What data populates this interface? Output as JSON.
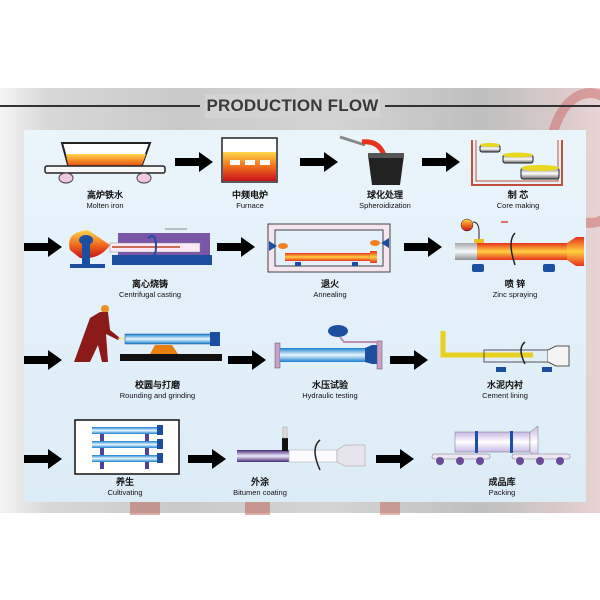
{
  "title": "PRODUCTION FLOW",
  "steps": [
    {
      "cn": "高炉铁水",
      "en": "Molten iron",
      "icon": "ladle-car-icon"
    },
    {
      "cn": "中频电炉",
      "en": "Furnace",
      "icon": "furnace-icon"
    },
    {
      "cn": "球化处理",
      "en": "Spheroidization",
      "icon": "crucible-pour-icon"
    },
    {
      "cn": "制 芯",
      "en": "Core making",
      "icon": "core-discs-icon"
    },
    {
      "cn": "离心烧铸",
      "en": "Centrifugal casting",
      "icon": "centrifugal-machine-icon"
    },
    {
      "cn": "退火",
      "en": "Annealing",
      "icon": "annealing-oven-icon"
    },
    {
      "cn": "喷 锌",
      "en": "Zinc spraying",
      "icon": "zinc-spray-icon"
    },
    {
      "cn": "校圆与打磨",
      "en": "Rounding and grinding",
      "icon": "worker-grinding-icon"
    },
    {
      "cn": "水压试验",
      "en": "Hydraulic testing",
      "icon": "pressure-test-icon"
    },
    {
      "cn": "水泥内衬",
      "en": "Cement lining",
      "icon": "cement-lining-icon"
    },
    {
      "cn": "养生",
      "en": "Cultivating",
      "icon": "curing-rack-icon"
    },
    {
      "cn": "外涂",
      "en": "Bitumen coating",
      "icon": "bitumen-coating-icon"
    },
    {
      "cn": "成品库",
      "en": "Packing",
      "icon": "packed-pipes-icon"
    }
  ],
  "colors": {
    "panel": "#e4f1fa",
    "arrow": "#000000",
    "molten": "#e8321e",
    "pipe_blue": "#1d4fa0",
    "purple": "#7a55a8"
  }
}
